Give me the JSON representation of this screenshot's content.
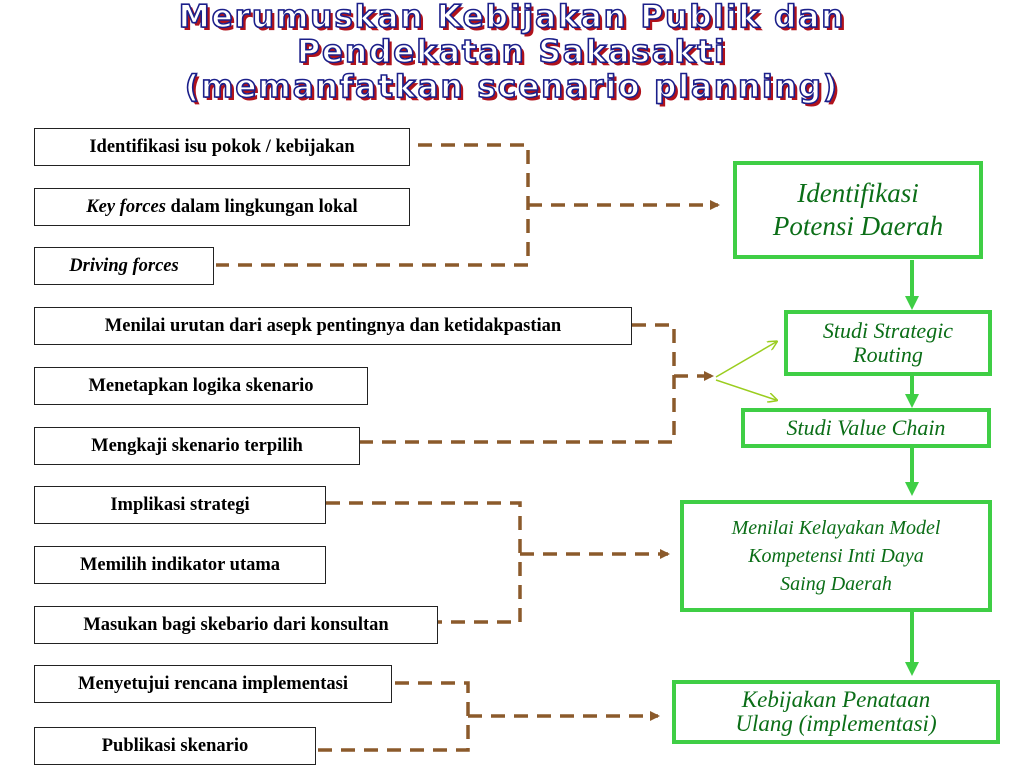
{
  "title": {
    "line1": "Merumuskan Kebijakan Publik dan",
    "line2": "Pendekatan Sakasakti",
    "line3": "(memanfatkan scenario planning)"
  },
  "left_boxes": {
    "b1": "Identifikasi isu pokok / kebijakan",
    "b2_italic": "Key forces",
    "b2_rest": " dalam lingkungan lokal",
    "b3": "Driving forces",
    "b4": "Menilai urutan dari asepk  pentingnya dan ketidakpastian",
    "b5": "Menetapkan logika skenario",
    "b6": "Mengkaji skenario terpilih",
    "b7": "Implikasi strategi",
    "b8": "Memilih indikator utama",
    "b9": "Masukan bagi skebario dari konsultan",
    "b10": "Menyetujui rencana implementasi",
    "b11": "Publikasi skenario"
  },
  "right_boxes": {
    "r1_line1": "Identifikasi",
    "r1_line2": "Potensi Daerah",
    "r2_line1": "Studi Strategic",
    "r2_line2": "Routing",
    "r3": "Studi Value Chain",
    "r4_line1": "Menilai Kelayakan Model",
    "r4_line2": "Kompetensi Inti Daya",
    "r4_line3": "Saing Daerah",
    "r5_line1": "Kebijakan Penataan",
    "r5_line2": "Ulang (implementasi)"
  },
  "colors": {
    "connector": "#8b5a2b",
    "green_border": "#3fce45",
    "green_text": "#0b6e17",
    "green_arrow": "#9acd1e",
    "title_outline": "#1b1f8a",
    "title_shadow": "#b0121b"
  }
}
